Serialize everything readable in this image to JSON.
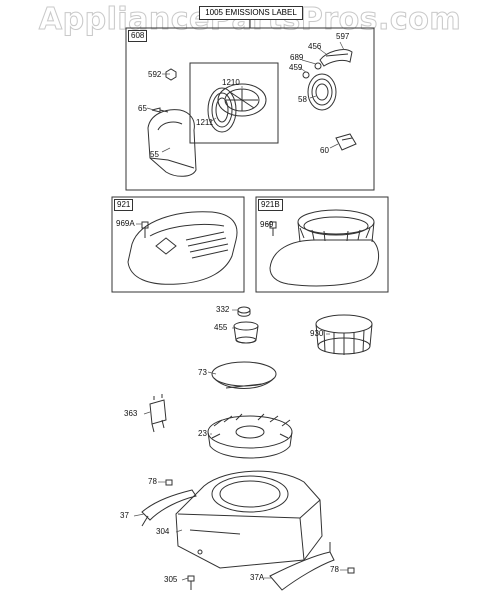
{
  "watermark": "AppliancePartsPros.com",
  "emission_label": "1005 EMISSIONS LABEL",
  "group_tags": {
    "g608": "608",
    "g921": "921",
    "g921b": "921B"
  },
  "callouts": {
    "c597": "597",
    "c456": "456",
    "c689": "689",
    "c459": "459",
    "c592": "592",
    "c1210": "1210",
    "c65": "65",
    "c58": "58",
    "c1211": "1211",
    "c55": "55",
    "c60": "60",
    "c969a": "969A",
    "c969": "969",
    "c332": "332",
    "c455": "455",
    "c930": "930",
    "c73": "73",
    "c363": "363",
    "c23": "23",
    "c78a": "78",
    "c37": "37",
    "c304": "304",
    "c305": "305",
    "c37a": "37A",
    "c78b": "78"
  }
}
